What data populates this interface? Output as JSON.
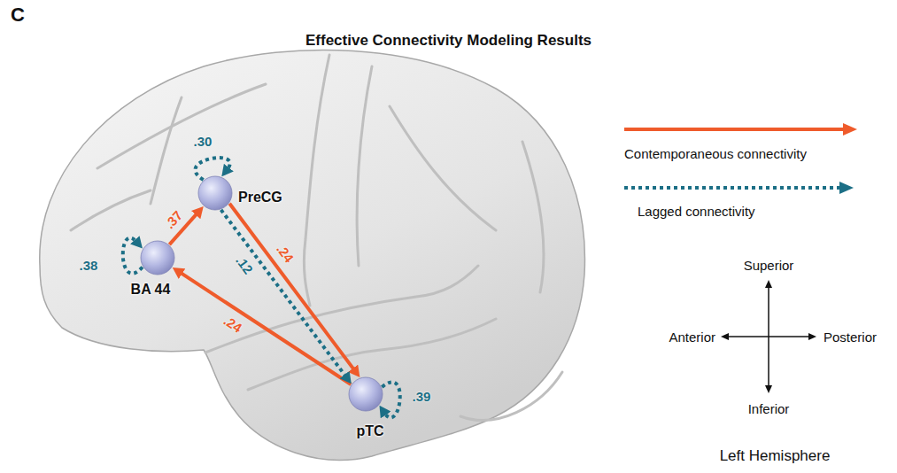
{
  "diagram": {
    "title": "Effective Connectivity Modeling Results",
    "nodes": [
      {
        "text": [
          "PreCG"
        ]
      },
      {
        "text": [
          "BA 44"
        ]
      },
      {
        "text": [
          "pTC"
        ]
      }
    ],
    "edges": [
      {
        "from": 1,
        "to": 0,
        "arrow": "to",
        "label": ".37"
      },
      {
        "from": 0,
        "to": 2,
        "arrow": "to",
        "label": ".24"
      },
      {
        "from": 2,
        "to": 1,
        "arrow": "to",
        "label": ".24"
      },
      {
        "from": 0,
        "to": 2,
        "arrow": "to",
        "label": ".12"
      },
      {
        "from": 0,
        "to": 0,
        "arrow": "to",
        "label": ".30"
      },
      {
        "from": 1,
        "to": 1,
        "arrow": "to",
        "label": ".38"
      },
      {
        "from": 2,
        "to": 2,
        "arrow": "to",
        "label": ".39"
      }
    ],
    "labels": [
      "C",
      "Superior",
      "Inferior",
      "Anterior",
      "Posterior",
      "Left Hemisphere"
    ],
    "legend": [
      {
        "text": "Contemporaneous connectivity"
      },
      {
        "text": "Lagged connectivity"
      }
    ]
  }
}
